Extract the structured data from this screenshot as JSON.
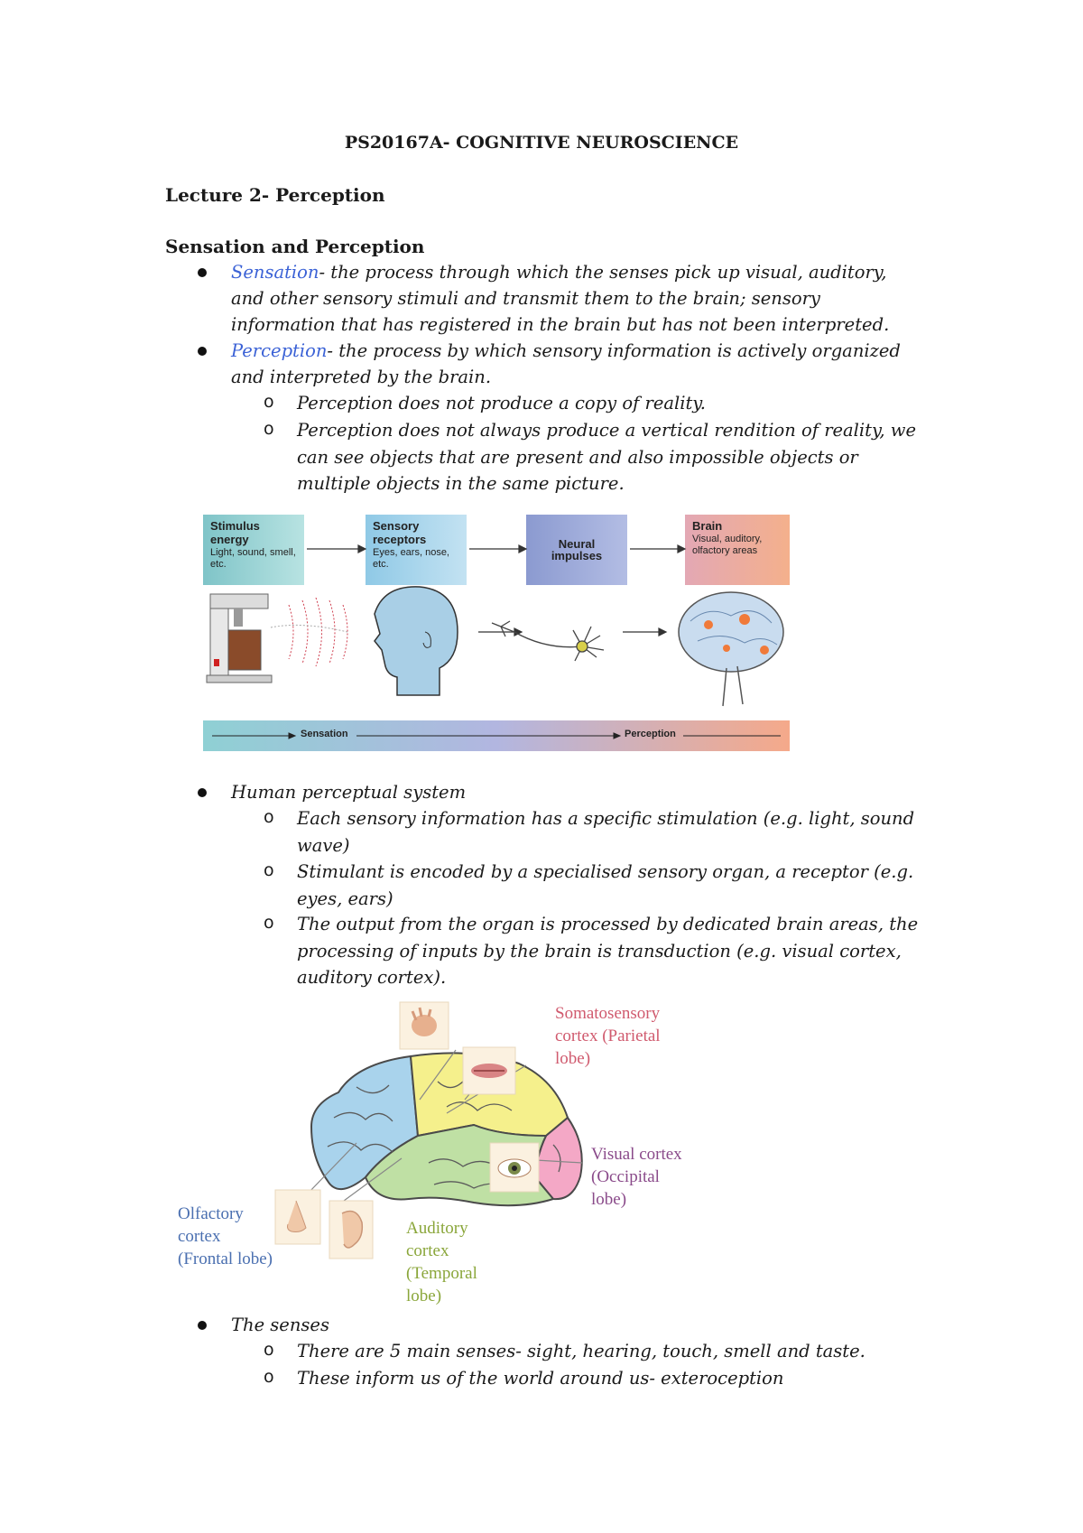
{
  "title": "PS20167A- COGNITIVE NEUROSCIENCE",
  "lecture": "Lecture 2- Perception",
  "section": "Sensation and Perception",
  "sensation": {
    "term": "Sensation",
    "l1": "- the process through which the senses pick up visual, auditory,",
    "l2": "and other sensory stimuli and transmit them to the brain; sensory",
    "l3": "information that has registered in the brain but has not been interpreted."
  },
  "perception": {
    "term": "Perception",
    "l1": "- the process by which sensory information is actively organized",
    "l2": "and interpreted by the brain.",
    "sub1": "Perception does not produce a copy of reality.",
    "sub2_l1": "Perception does not always produce a vertical rendition of reality, we",
    "sub2_l2": "can see objects that are present and also impossible objects or",
    "sub2_l3": "multiple objects in the same picture."
  },
  "figure1": {
    "box1_title": "Stimulus energy",
    "box1_sub": "Light, sound, smell, etc.",
    "box2_title": "Sensory receptors",
    "box2_sub": "Eyes, ears, nose, etc.",
    "box3_title": "Neural impulses",
    "box4_title": "Brain",
    "box4_sub": "Visual, auditory, olfactory areas",
    "bar_left": "Sensation",
    "bar_right": "Perception",
    "colors": {
      "box1": "#8fc9cf",
      "box2": "#9fd0e8",
      "box3": "#9aa9d6",
      "box4": "#f0a98e"
    }
  },
  "human": {
    "label": "Human perceptual system",
    "s1_l1": "Each sensory information has a specific stimulation (e.g. light, sound",
    "s1_l2": "wave)",
    "s2_l1": "Stimulant is encoded by a specialised sensory organ, a receptor (e.g.",
    "s2_l2": "eyes, ears)",
    "s3_l1": "The output from the organ is processed by dedicated brain areas, the",
    "s3_l2": "processing of inputs by the brain is transduction (e.g. visual cortex,",
    "s3_l3": "auditory cortex)."
  },
  "brain": {
    "soma_l1": "Somatosensory",
    "soma_l2": "cortex (Parietal",
    "soma_l3": "lobe)",
    "vis_l1": "Visual cortex",
    "vis_l2": "(Occipital",
    "vis_l3": "lobe)",
    "olf_l1": "Olfactory",
    "olf_l2": "cortex",
    "olf_l3": "(Frontal lobe)",
    "aud_l1": "Auditory",
    "aud_l2": "cortex",
    "aud_l3": "(Temporal",
    "aud_l4": "lobe)",
    "colors": {
      "frontal": "#a9d3ec",
      "parietal": "#f5f08c",
      "temporal": "#bfe0a4",
      "occipital": "#f4a8c6",
      "soma_text": "#d05a6e",
      "vis_text": "#8a4a8a",
      "olf_text": "#4a6fb0",
      "aud_text": "#8aa63a"
    }
  },
  "senses": {
    "label": "The senses",
    "s1": "There are 5 main senses- sight, hearing, touch, smell and taste.",
    "s2": "These inform us of the world around us- exteroception"
  }
}
